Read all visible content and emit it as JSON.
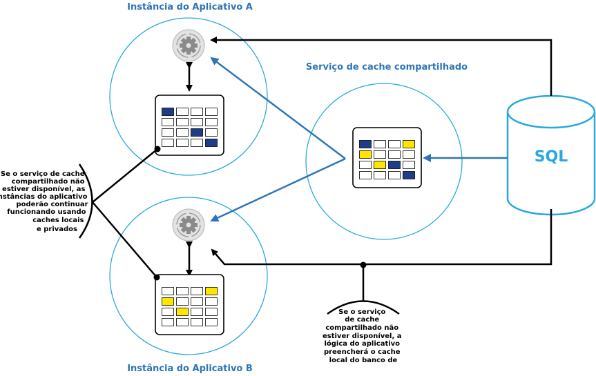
{
  "labels": {
    "app_a": "Instância do Aplicativo A",
    "app_b": "Instância do Aplicativo B",
    "shared_cache": "Serviço de cache compartilhado",
    "database": "SQL"
  },
  "notes": {
    "left": [
      "Se o serviço de cache",
      "compartilhado não",
      "estiver disponível, as",
      "instâncias do aplicativo",
      "poderão continuar",
      "funcionando usando",
      "caches locais",
      "e privados"
    ],
    "bottom": [
      "Se o serviço",
      "de cache",
      "compartilhado não",
      "estiver disponível, a",
      "lógica do aplicativo",
      "preencherá o cache",
      "local do banco de"
    ]
  },
  "colors": {
    "circle": "#29a8e0",
    "arrow_blue": "#2e75b6",
    "title_blue": "#2e75b6",
    "cell_navy": "#1f3c88",
    "cell_yellow": "#ffe600",
    "sql_text": "#29a8e0"
  },
  "icons": [
    "gear-icon",
    "cache-grid-icon",
    "database-cylinder-icon"
  ]
}
